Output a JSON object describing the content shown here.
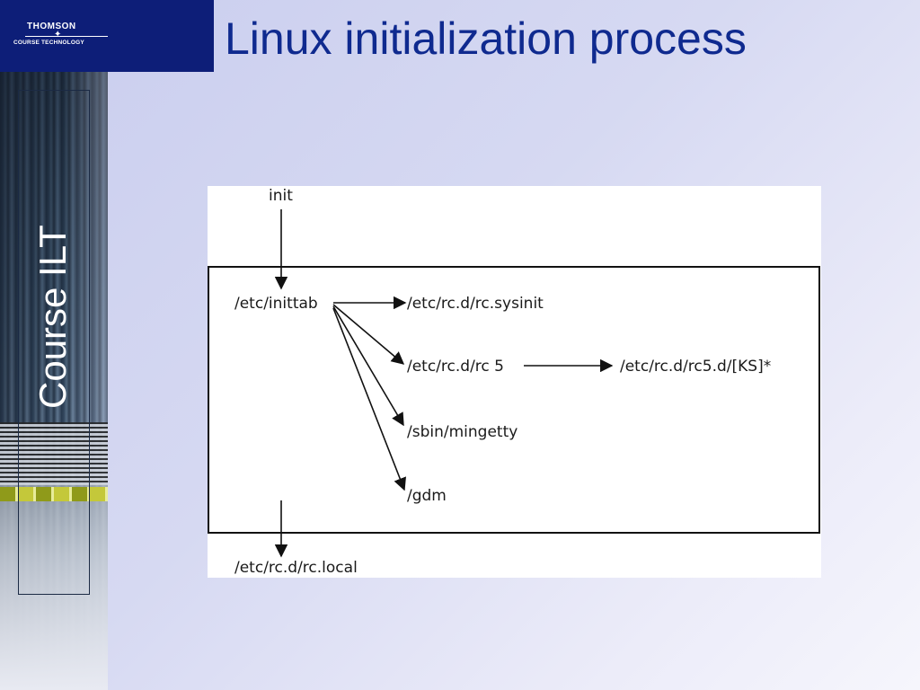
{
  "logo": {
    "line1": "THOMSON",
    "line2": "COURSE TECHNOLOGY",
    "star": "✦"
  },
  "sidebar": {
    "vertical_title": "Course ILT"
  },
  "slide": {
    "title": "Linux initialization process"
  },
  "diagram": {
    "nodes": {
      "init": "init",
      "inittab": "/etc/inittab",
      "sysinit": "/etc/rc.d/rc.sysinit",
      "rc5": "/etc/rc.d/rc 5",
      "rc5d": "/etc/rc.d/rc5.d/[KS]*",
      "mingetty": "/sbin/mingetty",
      "gdm": "/gdm",
      "rclocal": "/etc/rc.d/rc.local"
    },
    "edges": [
      [
        "init",
        "inittab"
      ],
      [
        "inittab",
        "sysinit"
      ],
      [
        "inittab",
        "rc5"
      ],
      [
        "inittab",
        "mingetty"
      ],
      [
        "inittab",
        "gdm"
      ],
      [
        "rc5",
        "rc5d"
      ],
      [
        "box",
        "rclocal"
      ]
    ]
  }
}
